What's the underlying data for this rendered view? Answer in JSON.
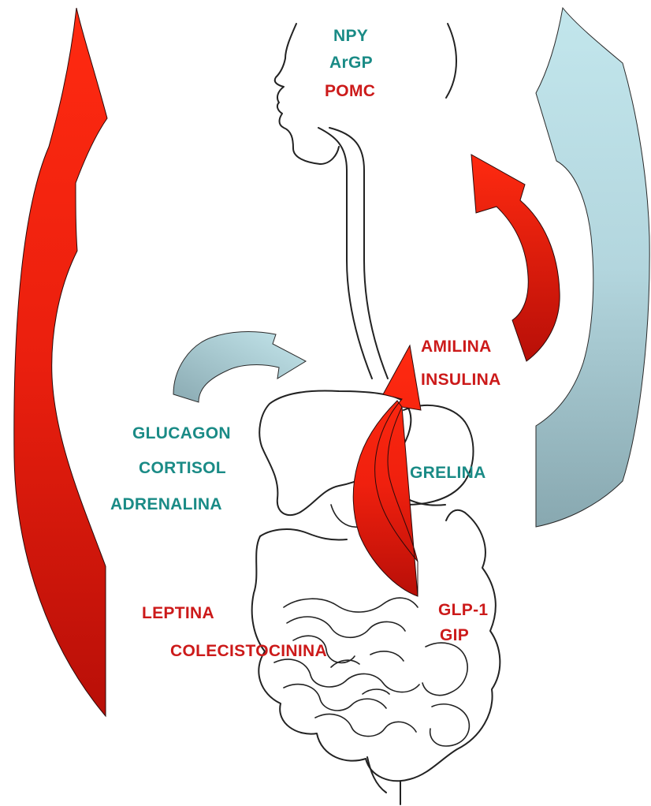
{
  "brain_labels": {
    "npy": "NPY",
    "argp": "ArGP",
    "pomc": "POMC"
  },
  "pancreas_labels": {
    "amilina": "AMILINA",
    "insulina": "INSULINA"
  },
  "stress_labels": {
    "glucagon": "GLUCAGON",
    "cortisol": "CORTISOL",
    "adrenalina": "ADRENALINA"
  },
  "stomach_labels": {
    "grelina": "GRELINA"
  },
  "intestine_labels": {
    "leptina": "LEPTINA",
    "colecistocinina": "COLECISTOCININA",
    "glp1": "GLP-1",
    "gip": "GIP"
  },
  "colors": {
    "anorexigenic": "#cc1a1a",
    "orexigenic": "#1a8b86",
    "arrow_red_light": "#ff2a10",
    "arrow_red_dark": "#b30f08",
    "arrow_blue_light": "#bfe3ea",
    "arrow_blue_dark": "#8aaab2",
    "outline": "#222222"
  }
}
